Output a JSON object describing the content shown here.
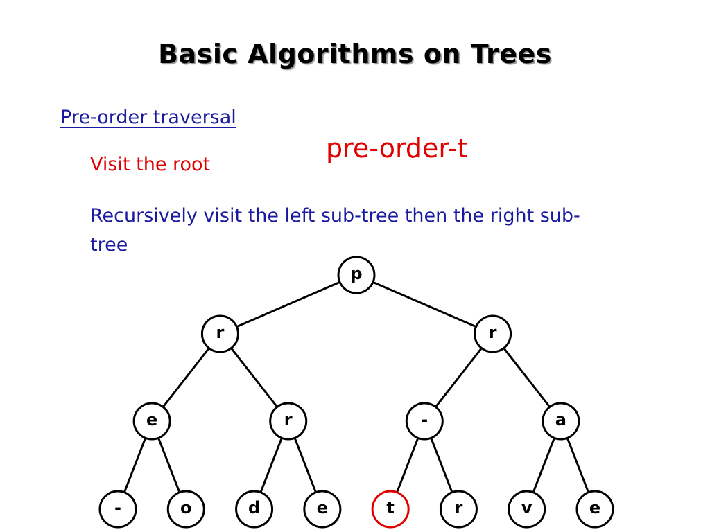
{
  "slide": {
    "title": "Basic Algorithms on Trees",
    "section_heading": "Pre-order traversal",
    "step_visit_root": "Visit the root",
    "step_recurse": "Recursively visit the left sub-tree then the right sub-tree",
    "current_call": "pre-order-t"
  },
  "colors": {
    "heading_blue": "#1a1aa0",
    "emphasis_red": "#e00000",
    "node_outline": "#000000"
  },
  "tree": {
    "root": {
      "label": "p",
      "children": [
        {
          "label": "r",
          "children": [
            {
              "label": "e",
              "children": [
                {
                  "label": "-"
                },
                {
                  "label": "o"
                }
              ]
            },
            {
              "label": "r",
              "children": [
                {
                  "label": "d"
                },
                {
                  "label": "e"
                }
              ]
            }
          ]
        },
        {
          "label": "r",
          "children": [
            {
              "label": "-",
              "children": [
                {
                  "label": "t",
                  "highlight": true
                },
                {
                  "label": "r"
                }
              ]
            },
            {
              "label": "a",
              "children": [
                {
                  "label": "v"
                },
                {
                  "label": "e"
                }
              ]
            }
          ]
        }
      ]
    }
  }
}
